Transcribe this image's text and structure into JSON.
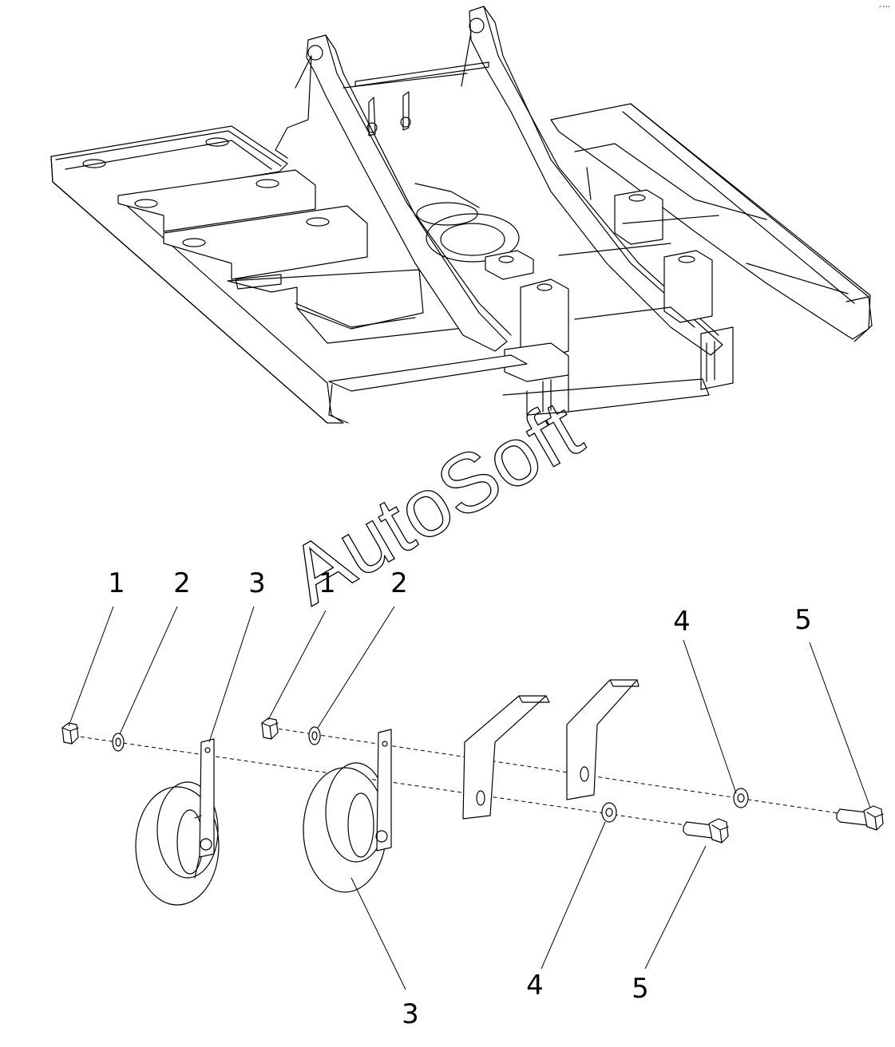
{
  "diagram": {
    "watermark": "AutoSoft",
    "corner_mark": "↗ •••",
    "callouts": [
      {
        "id": "c1a",
        "label": "1"
      },
      {
        "id": "c2a",
        "label": "2"
      },
      {
        "id": "c3a",
        "label": "3"
      },
      {
        "id": "c1b",
        "label": "1"
      },
      {
        "id": "c2b",
        "label": "2"
      },
      {
        "id": "c4a",
        "label": "4"
      },
      {
        "id": "c5a",
        "label": "5"
      },
      {
        "id": "c3b",
        "label": "3"
      },
      {
        "id": "c4b",
        "label": "4"
      },
      {
        "id": "c5b",
        "label": "5"
      }
    ]
  }
}
